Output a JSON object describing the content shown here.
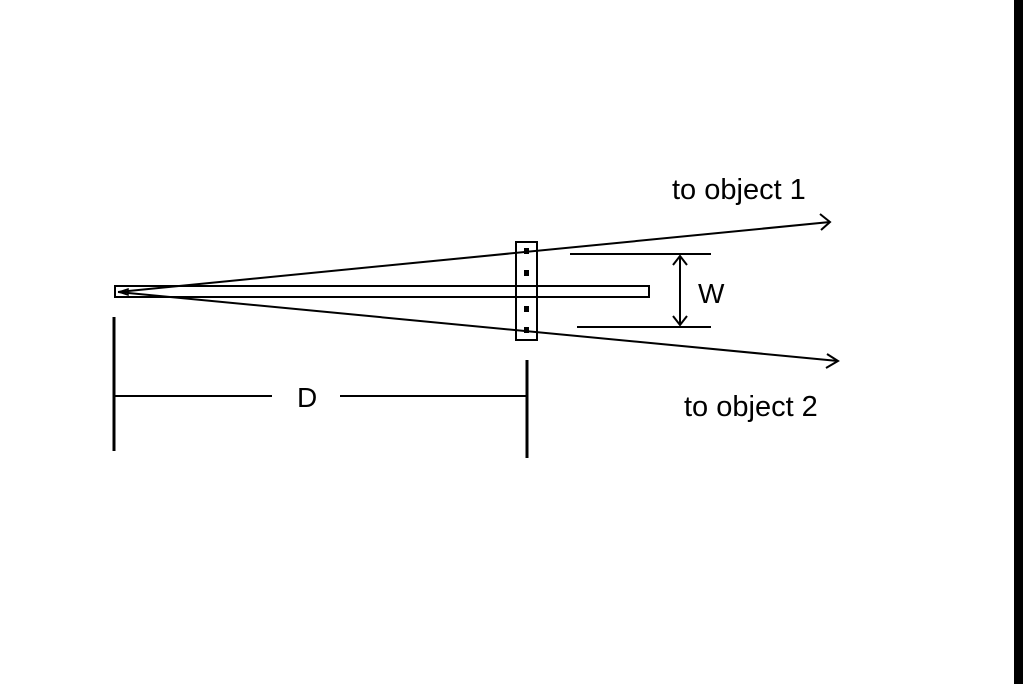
{
  "labels": {
    "object_1": "to object 1",
    "object_2": "to object 2",
    "width": "W",
    "distance": "D"
  },
  "colors": {
    "ink": "#000000",
    "background": "#ffffff"
  }
}
